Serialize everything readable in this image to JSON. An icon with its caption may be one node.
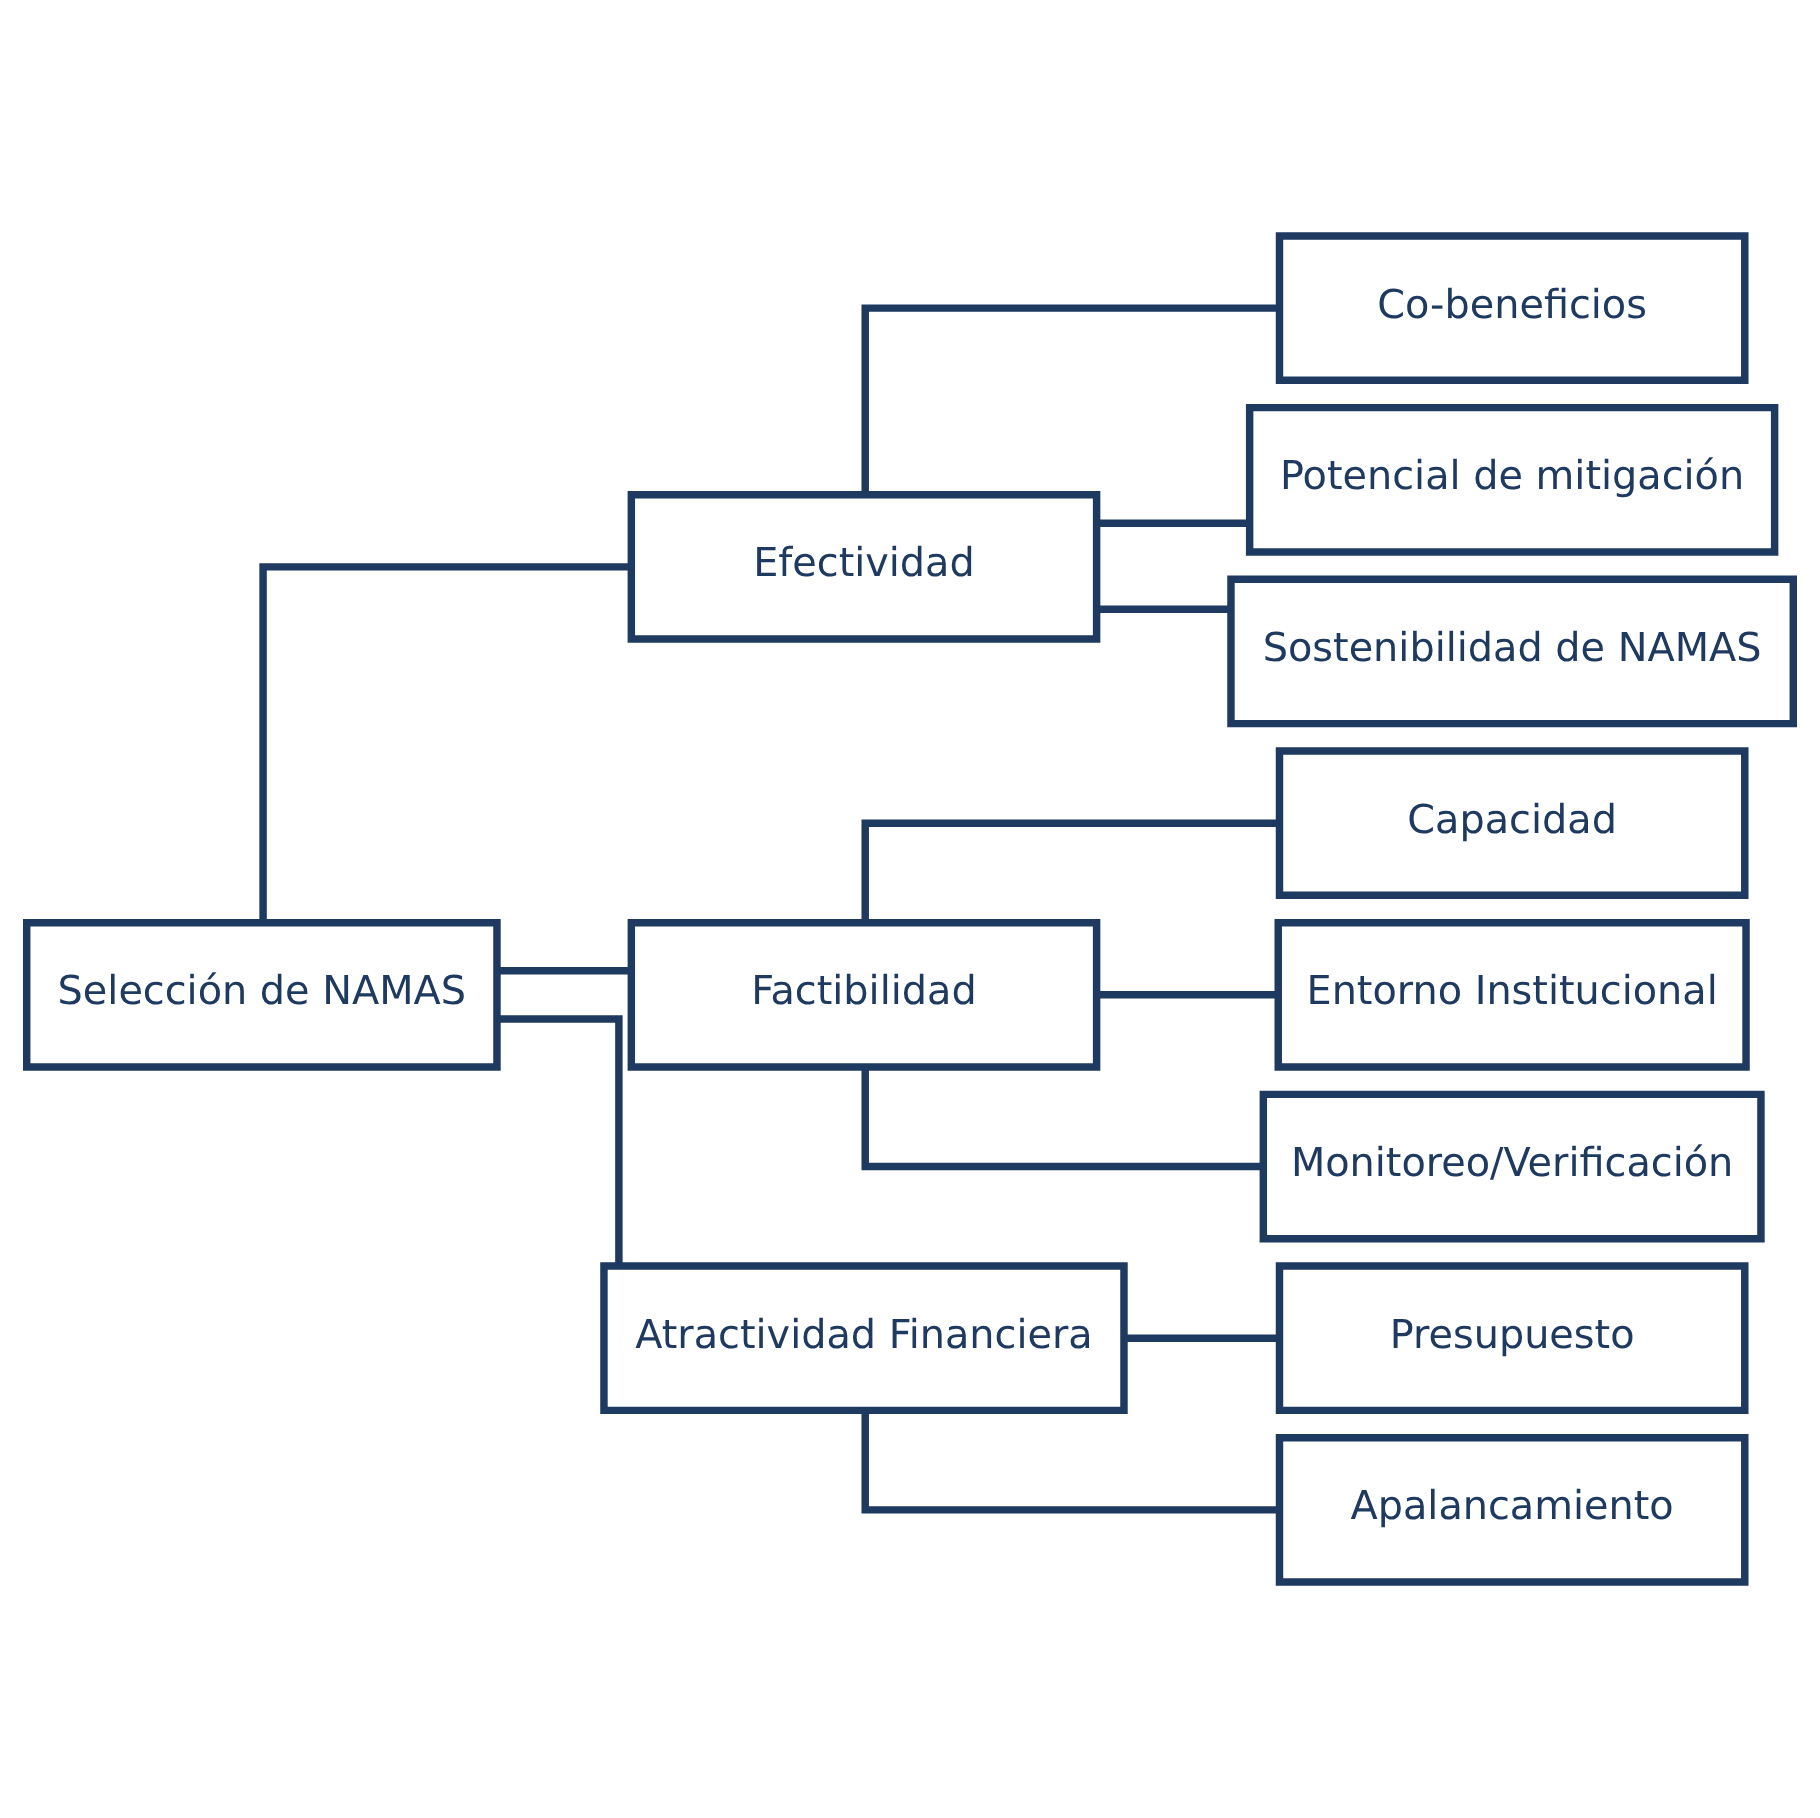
{
  "diagram": {
    "nodes": [
      {
        "text": [
          "Selección de NAMAS"
        ]
      },
      {
        "text": [
          "Efectividad"
        ]
      },
      {
        "text": [
          "Co-beneficios"
        ]
      },
      {
        "text": [
          "Potencial de mitigación"
        ]
      },
      {
        "text": [
          "Sostenibilidad de NAMAS"
        ]
      },
      {
        "text": [
          "Factibilidad"
        ]
      },
      {
        "text": [
          "Capacidad"
        ]
      },
      {
        "text": [
          "Entorno Institucional"
        ]
      },
      {
        "text": [
          "Monitoreo/Verificación"
        ]
      },
      {
        "text": [
          "Atractividad Financiera"
        ]
      },
      {
        "text": [
          "Presupuesto"
        ]
      },
      {
        "text": [
          "Apalancamiento"
        ]
      }
    ],
    "edges": [
      {
        "from": 0,
        "to": 1,
        "arrow": "none"
      },
      {
        "from": 0,
        "to": 5,
        "arrow": "none"
      },
      {
        "from": 0,
        "to": 9,
        "arrow": "none"
      },
      {
        "from": 1,
        "to": 2,
        "arrow": "none"
      },
      {
        "from": 1,
        "to": 3,
        "arrow": "none"
      },
      {
        "from": 1,
        "to": 4,
        "arrow": "none"
      },
      {
        "from": 5,
        "to": 6,
        "arrow": "none"
      },
      {
        "from": 5,
        "to": 7,
        "arrow": "none"
      },
      {
        "from": 5,
        "to": 8,
        "arrow": "none"
      },
      {
        "from": 9,
        "to": 10,
        "arrow": "none"
      },
      {
        "from": 9,
        "to": 11,
        "arrow": "none"
      }
    ]
  }
}
